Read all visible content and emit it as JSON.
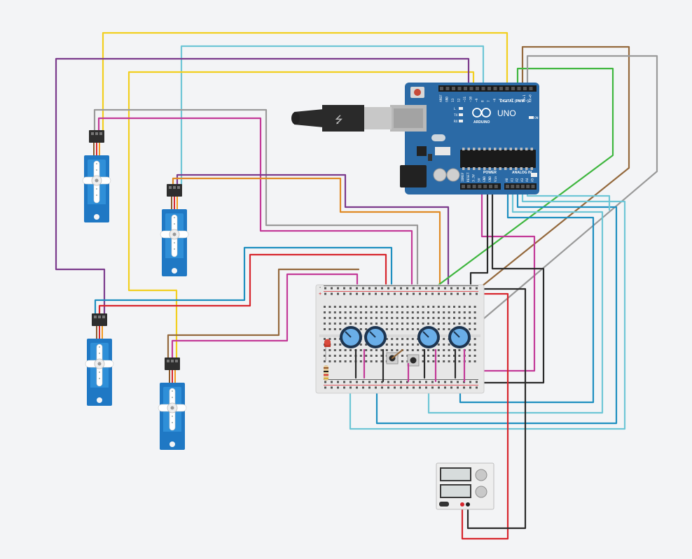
{
  "arduino": {
    "logo": "ARDUINO",
    "model": "UNO",
    "digital_label": "DIGITAL (PWM ~)",
    "analog_label": "ANALOG IN",
    "power_label": "POWER",
    "on_label": "ON",
    "led_labels": [
      "L",
      "TX",
      "RX"
    ],
    "digital_pins": [
      "AREF",
      "GND",
      "13",
      "12",
      "~11",
      "~10",
      "~9",
      "8",
      "7",
      "~6",
      "~5",
      "4",
      "~3",
      "2",
      "TX▸1",
      "RX◂0"
    ],
    "analog_pins": [
      "A0",
      "A1",
      "A2",
      "A3",
      "A4",
      "A5"
    ],
    "power_pins": [
      "IOREF",
      "RESET",
      "3.3V",
      "5V",
      "GND",
      "GND",
      "Vin"
    ],
    "color": "#2b6aa6"
  },
  "breadboard": {
    "color": "#e7e7e7",
    "rail_plus": "+",
    "rail_minus": "-"
  },
  "power_supply": {
    "color": "#eeeeee"
  },
  "wire_colors": {
    "yellow": "#f2cf1f",
    "cyan": "#6ec6d6",
    "purple": "#7b3a8c",
    "magenta": "#c33a98",
    "gray": "#9a9a9a",
    "orange": "#e08a25",
    "red": "#d7262d",
    "blue": "#1e8fc0",
    "brown": "#94693d",
    "green": "#3fb63f",
    "black": "#2a2a2a"
  }
}
